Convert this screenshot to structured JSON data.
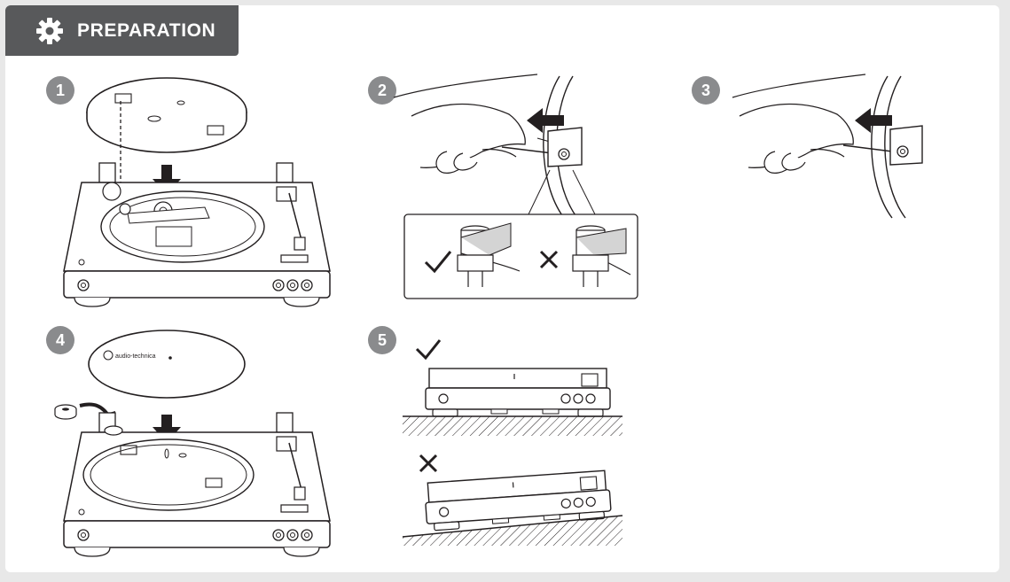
{
  "header": {
    "title": "PREPARATION",
    "icon": "gear-icon"
  },
  "steps": [
    {
      "number": "1"
    },
    {
      "number": "2"
    },
    {
      "number": "3"
    },
    {
      "number": "4"
    },
    {
      "number": "5"
    }
  ],
  "step4": {
    "mat_brand": "audio-technica"
  },
  "marks": {
    "correct": "check-icon",
    "incorrect": "cross-icon"
  },
  "colors": {
    "header_bg": "#58595b",
    "badge_bg": "#8a8b8d",
    "line": "#231f20"
  }
}
